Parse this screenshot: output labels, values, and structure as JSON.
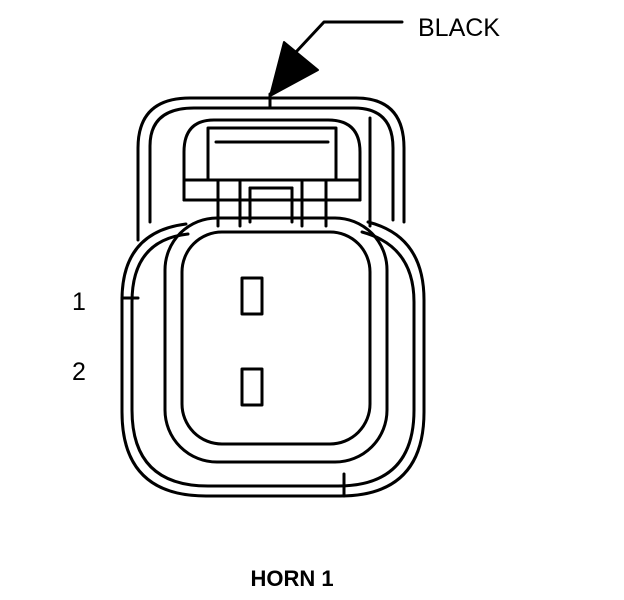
{
  "diagram": {
    "color_label": "BLACK",
    "pin_labels": [
      "1",
      "2"
    ],
    "caption": "HORN 1"
  },
  "colors": {
    "stroke": "#000000",
    "background": "#ffffff"
  }
}
